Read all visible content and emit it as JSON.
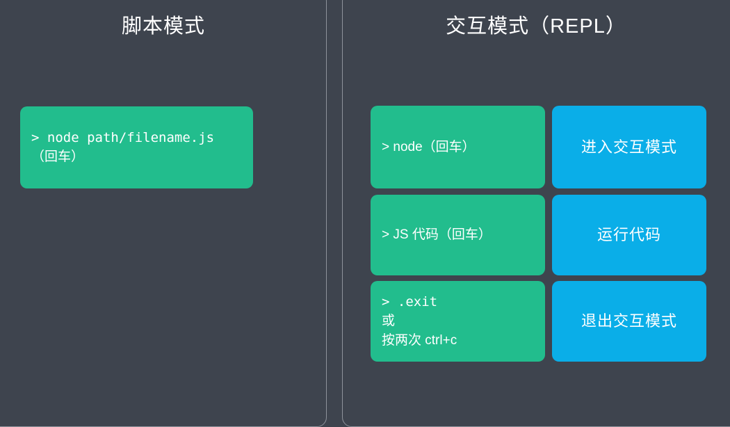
{
  "background_color": "#3e444e",
  "accent_colors": {
    "green": "#22bd8d",
    "blue": "#0aaee8",
    "text": "#ffffff",
    "border": "#8f949c"
  },
  "panels": {
    "left": {
      "title": "脚本模式",
      "boxes": [
        {
          "kind": "command",
          "color": "green",
          "lines": [
            "> node path/filename.js",
            "（回车）"
          ]
        }
      ]
    },
    "right": {
      "title": "交互模式（REPL）",
      "rows": [
        {
          "command": {
            "color": "green",
            "lines": [
              "> node（回车）"
            ]
          },
          "result": {
            "color": "blue",
            "label": "进入交互模式"
          }
        },
        {
          "command": {
            "color": "green",
            "lines": [
              "> JS 代码（回车）"
            ]
          },
          "result": {
            "color": "blue",
            "label": "运行代码"
          }
        },
        {
          "command": {
            "color": "green",
            "lines": [
              "> .exit",
              "或",
              "按两次 ctrl+c"
            ]
          },
          "result": {
            "color": "blue",
            "label": "退出交互模式"
          }
        }
      ]
    }
  }
}
